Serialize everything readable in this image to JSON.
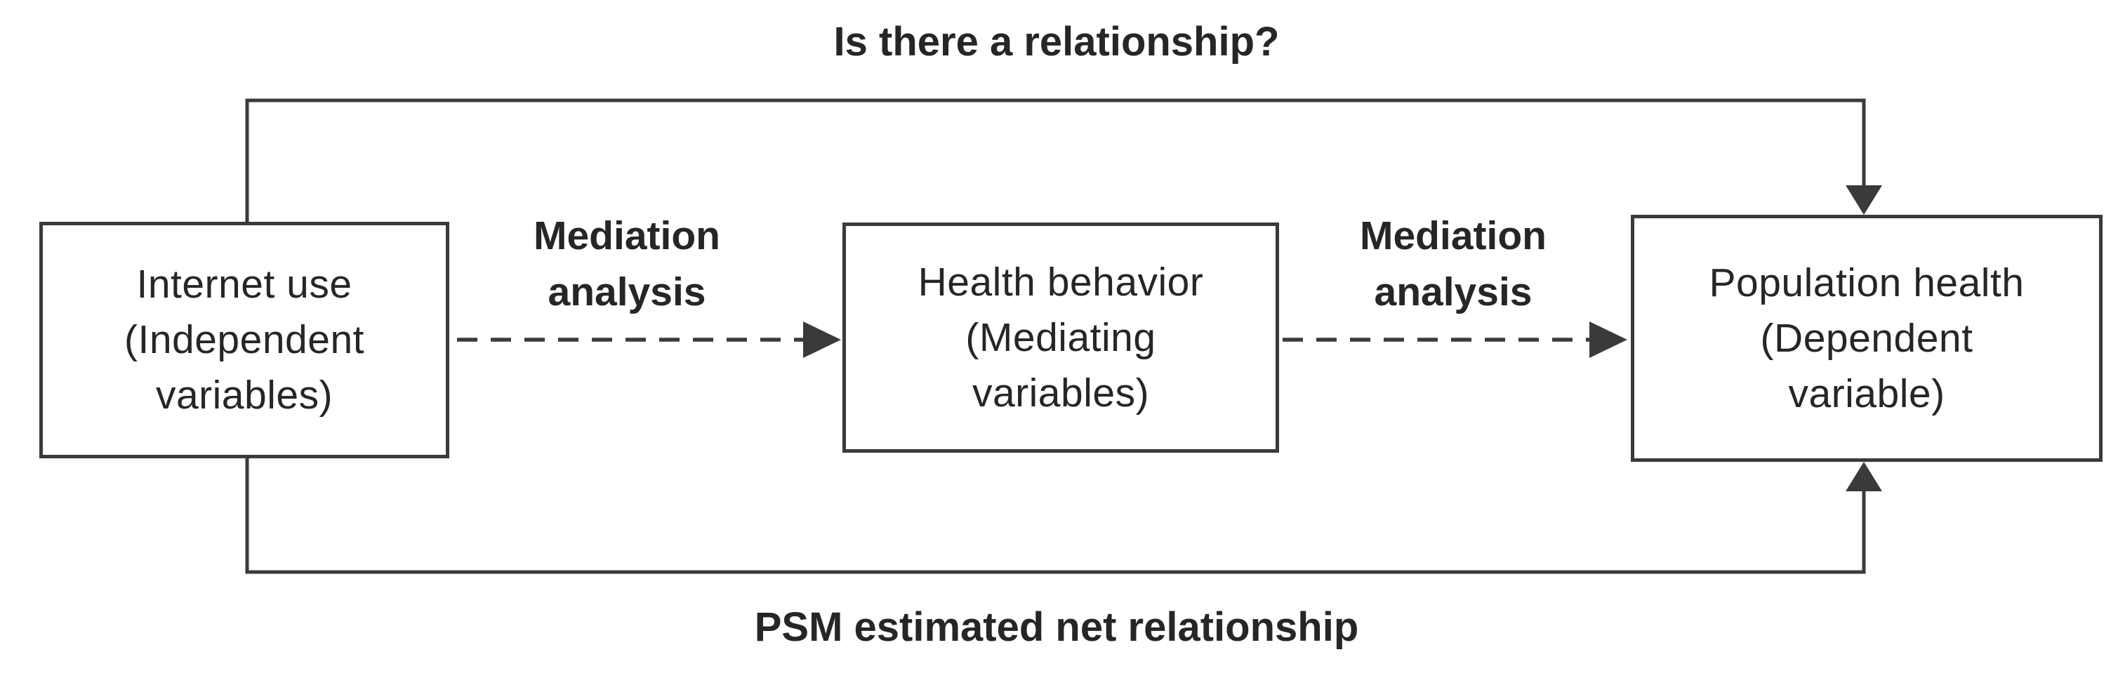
{
  "colors": {
    "line": "#3a3a3a",
    "text": "#262626",
    "background": "#ffffff"
  },
  "diagram": {
    "top_path_label": "Is there a relationship?",
    "bottom_path_label": "PSM estimated net relationship",
    "boxes": {
      "independent": {
        "lines": [
          "Internet use",
          "(Independent",
          "variables)"
        ]
      },
      "mediator": {
        "lines": [
          "Health behavior",
          "(Mediating",
          "variables)"
        ]
      },
      "dependent": {
        "lines": [
          "Population health",
          "(Dependent",
          "variable)"
        ]
      }
    },
    "edge_labels": {
      "mediation_left": {
        "lines": [
          "Mediation",
          "analysis"
        ]
      },
      "mediation_right": {
        "lines": [
          "Mediation",
          "analysis"
        ]
      }
    }
  }
}
